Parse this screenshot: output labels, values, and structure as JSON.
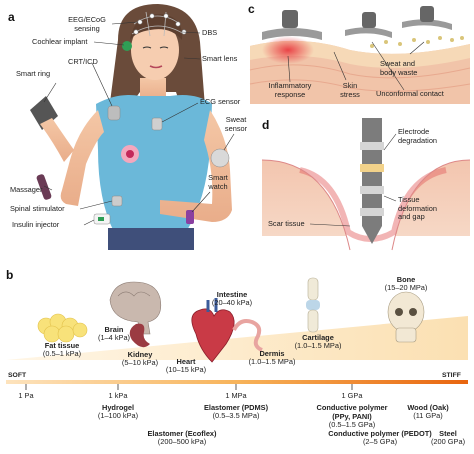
{
  "panels": {
    "a": "a",
    "b": "b",
    "c": "c",
    "d": "d"
  },
  "panel_a": {
    "eeg": "EEG/ECoG\nsensing",
    "cochlear": "Cochlear implant",
    "dbs": "DBS",
    "smart_lens": "Smart lens",
    "crt": "CRT/ICD",
    "smart_ring": "Smart ring",
    "ecg": "ECG sensor",
    "sweat_sensor": "Sweat\nsensor",
    "smart_watch": "Smart\nwatch",
    "massager": "Massager",
    "spinal": "Spinal stimulator",
    "insulin": "Insulin injector"
  },
  "panel_c": {
    "inflammatory": "Inflammatory\nresponse",
    "skin_stress": "Skin\nstress",
    "sweat_waste": "Sweat and\nbody waste",
    "unconformal": "Unconformal contact"
  },
  "panel_d": {
    "electrode_degradation": "Electrode\ndegradation",
    "tissue_deformation": "Tissue\ndeformation\nand gap",
    "scar_tissue": "Scar tissue"
  },
  "panel_b": {
    "soft": "SOFT",
    "stiff": "STIFF",
    "ticks": [
      "1 Pa",
      "1 kPa",
      "1 MPa",
      "1 GPa"
    ],
    "upper_items": [
      {
        "name": "Fat tissue",
        "value": "(0.5–1 kPa)"
      },
      {
        "name": "Brain",
        "value": "(1–4 kPa)"
      },
      {
        "name": "Kidney",
        "value": "(5–10 kPa)"
      },
      {
        "name": "Heart",
        "value": "(10–15 kPa)"
      },
      {
        "name": "Intestine",
        "value": "(20–40 kPa)"
      },
      {
        "name": "Dermis",
        "value": "(1.0–1.5 MPa)"
      },
      {
        "name": "Cartilage",
        "value": "(1.0–1.5 MPa)"
      },
      {
        "name": "Bone",
        "value": "(15–20 MPa)"
      }
    ],
    "lower_items": [
      {
        "name": "Hydrogel",
        "value": "(1–100 kPa)"
      },
      {
        "name": "Elastomer (PDMS)",
        "value": "(0.5–3.5 MPa)"
      },
      {
        "name": "Conductive polymer\n(PPy, PANI)",
        "value": "(0.5–1.5 GPa)"
      },
      {
        "name": "Wood (Oak)",
        "value": "(11 GPa)"
      },
      {
        "name": "Elastomer (Ecoflex)",
        "value": "(200–500 kPa)"
      },
      {
        "name": "Conductive polymer (PEDOT)",
        "value": "(2–5 GPa)"
      },
      {
        "name": "Steel",
        "value": "(200 GPa)"
      }
    ]
  }
}
